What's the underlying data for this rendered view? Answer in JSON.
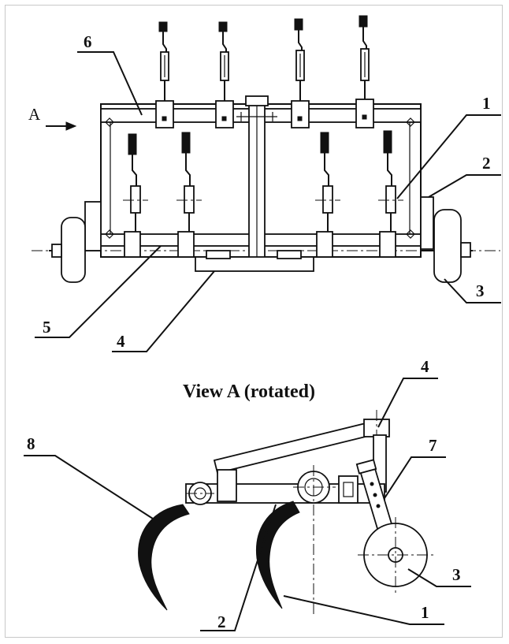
{
  "view_label": "View A (rotated)",
  "arrow_label": "A",
  "callouts": {
    "c1_top": "1",
    "c2_top": "2",
    "c3_top": "3",
    "c4_top": "4",
    "c5_top": "5",
    "c6_top": "6",
    "c1_bottom": "1",
    "c2_bottom": "2",
    "c3_bottom": "3",
    "c4_bottom": "4",
    "c7_bottom": "7",
    "c8_bottom": "8"
  }
}
